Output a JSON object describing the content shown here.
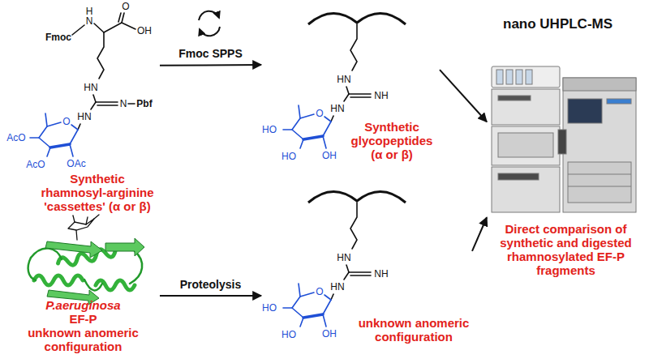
{
  "diagram": {
    "nodes": [
      {
        "text": [
          "Synthetic rhamnosyl-arginine 'cassettes' (α or β)"
        ]
      },
      {
        "text": [
          "Synthetic glycopeptides (α or β)"
        ]
      },
      {
        "text": [
          "P.aeruginosa",
          "EF-P",
          "unknown anomeric configuration"
        ]
      },
      {
        "text": [
          "unknown anomeric configuration"
        ]
      },
      {
        "text": [
          "nano UHPLC-MS",
          "Direct comparison of synthetic and digested rhamnosylated EF-P fragments"
        ]
      }
    ],
    "edges": [
      {
        "from": 0,
        "to": 1,
        "label": "Fmoc SPPS",
        "arrow": "to"
      },
      {
        "from": 2,
        "to": 3,
        "label": "Proteolysis",
        "arrow": "to"
      },
      {
        "from": 1,
        "to": 4,
        "arrow": "to"
      },
      {
        "from": 3,
        "to": 4,
        "arrow": "to"
      }
    ],
    "labels": [
      "O",
      "OH",
      "H N",
      "Fmoc",
      "HN",
      "N",
      "Pbf",
      "HN",
      "O",
      "AcO",
      "AcO",
      "OAc",
      "HN",
      "NH",
      "HN",
      "O",
      "HO",
      "HO",
      "OH",
      "HN",
      "NH",
      "HN",
      "O",
      "HO",
      "HO",
      "OH"
    ]
  }
}
